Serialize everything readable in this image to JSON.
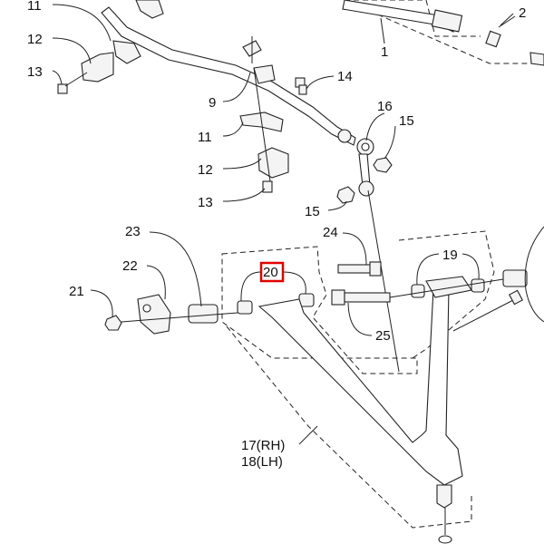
{
  "diagram": {
    "callouts": {
      "c1": "1",
      "c2": "2",
      "c9": "9",
      "c11_top": "11",
      "c11_mid": "11",
      "c12_top": "12",
      "c12_mid": "12",
      "c13_top": "13",
      "c13_mid": "13",
      "c14": "14",
      "c15_right": "15",
      "c15_left": "15",
      "c16": "16",
      "c17": "17(RH)",
      "c18": "18(LH)",
      "c19": "19",
      "c20": "20",
      "c21": "21",
      "c22": "22",
      "c23": "23",
      "c24": "24",
      "c25": "25"
    },
    "highlighted_callout": "20",
    "highlight_color": "#e00000",
    "line_color": "#222222"
  }
}
